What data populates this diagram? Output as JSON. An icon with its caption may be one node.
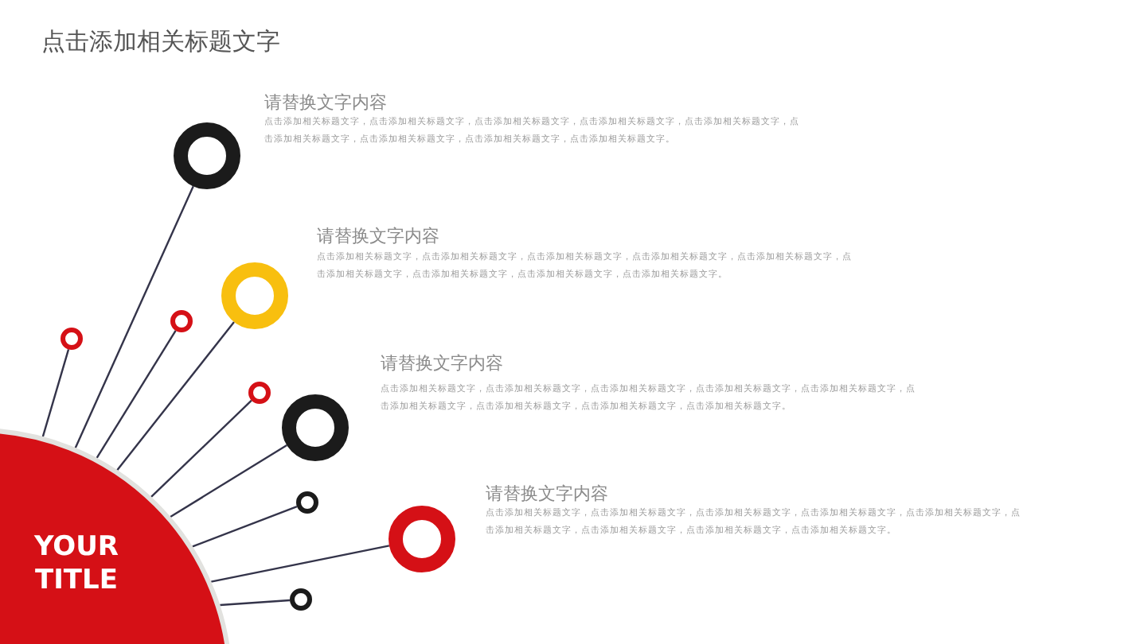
{
  "diagram": {
    "title": "点击添加相关标题文字",
    "nodes": [
      {
        "text": [
          "YOUR TITLE"
        ]
      },
      {
        "text": [],
        "shape": "circle",
        "beside": [
          "请替换文字内容",
          "点击添加相关标题文字，点击添加相关标题文字，点击添加相关标题文字，点击添加相关标题文字，点击添加相关标题文字，点击添加相关标题文字，点击添加相关标题文字，点击添加相关标题文字，点击添加相关标题文字。"
        ]
      },
      {
        "text": [],
        "shape": "circle",
        "beside": [
          "请替换文字内容",
          "点击添加相关标题文字，点击添加相关标题文字，点击添加相关标题文字，点击添加相关标题文字，点击添加相关标题文字，点击添加相关标题文字，点击添加相关标题文字，点击添加相关标题文字，点击添加相关标题文字。"
        ]
      },
      {
        "text": [],
        "shape": "circle"
      },
      {
        "text": [],
        "shape": "circle"
      },
      {
        "text": [],
        "shape": "circle"
      },
      {
        "text": [],
        "shape": "circle",
        "beside": [
          "请替换文字内容",
          "点击添加相关标题文字，点击添加相关标题文字，点击添加相关标题文字，点击添加相关标题文字，点击添加相关标题文字，点击添加相关标题文字，点击添加相关标题文字，点击添加相关标题文字，点击添加相关标题文字。"
        ]
      },
      {
        "text": [],
        "shape": "circle"
      },
      {
        "text": [],
        "shape": "circle",
        "beside": [
          "请替换文字内容",
          "点击添加相关标题文字，点击添加相关标题文字，点击添加相关标题文字，点击添加相关标题文字，点击添加相关标题文字，点击添加相关标题文字，点击添加相关标题文字，点击添加相关标题文字，点击添加相关标题文字。"
        ]
      },
      {
        "text": [],
        "shape": "circle"
      }
    ],
    "edges": [
      {
        "from": 0,
        "to": 1,
        "arrow": "none"
      },
      {
        "from": 0,
        "to": 2,
        "arrow": "none"
      },
      {
        "from": 0,
        "to": 3,
        "arrow": "none"
      },
      {
        "from": 0,
        "to": 4,
        "arrow": "none"
      },
      {
        "from": 0,
        "to": 5,
        "arrow": "none"
      },
      {
        "from": 0,
        "to": 6,
        "arrow": "none"
      },
      {
        "from": 0,
        "to": 7,
        "arrow": "none"
      },
      {
        "from": 0,
        "to": 8,
        "arrow": "none"
      },
      {
        "from": 0,
        "to": 9,
        "arrow": "none"
      }
    ]
  }
}
